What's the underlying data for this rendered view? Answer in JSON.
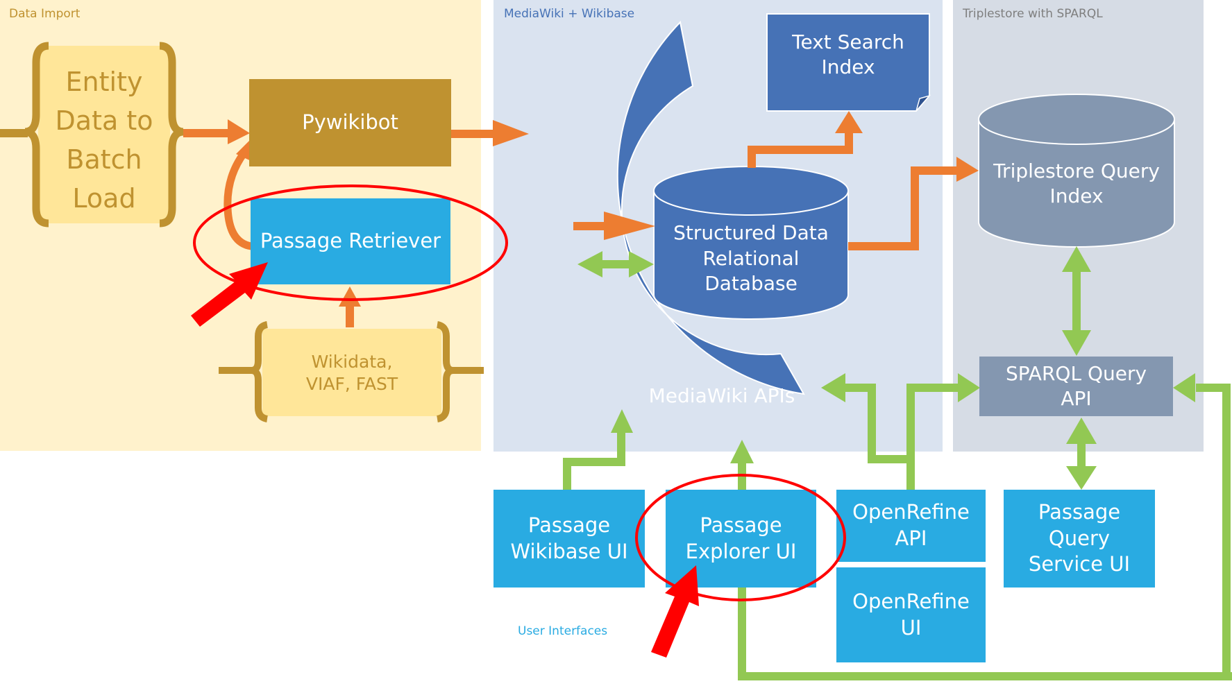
{
  "panels": {
    "data_import": "Data Import",
    "mediawiki": "MediaWiki + Wikibase",
    "triplestore": "Triplestore with SPARQL",
    "user_interfaces": "User Interfaces"
  },
  "nodes": {
    "entity_data": "Entity\nData to\nBatch\nLoad",
    "pywikibot": "Pywikibot",
    "passage_retriever": "Passage Retriever",
    "wikidata_sources": "Wikidata,\nVIAF, FAST",
    "mediawiki_apis": "MediaWiki APIs",
    "text_search_index": "Text Search\nIndex",
    "structured_db": "Structured Data\nRelational\nDatabase",
    "triplestore_index": "Triplestore Query\nIndex",
    "sparql_api": "SPARQL Query\nAPI",
    "passage_wikibase_ui": "Passage\nWikibase UI",
    "passage_explorer_ui": "Passage\nExplorer UI",
    "openrefine_api": "OpenRefine\nAPI",
    "openrefine_ui": "OpenRefine\nUI",
    "passage_query_service_ui": "Passage\nQuery\nService UI"
  },
  "highlights": [
    "Passage Retriever",
    "Passage Explorer UI"
  ],
  "colors": {
    "data_import_bg": "#fff2cc",
    "mediawiki_bg": "#dae3f0",
    "triplestore_bg": "#d6dce5",
    "gold": "#bf9230",
    "light_gold": "#ffe699",
    "blue": "#4672b6",
    "cyan": "#29abe2",
    "slate": "#8497b0",
    "orange": "#ed7d31",
    "green": "#92c853",
    "red": "#ff0000"
  }
}
